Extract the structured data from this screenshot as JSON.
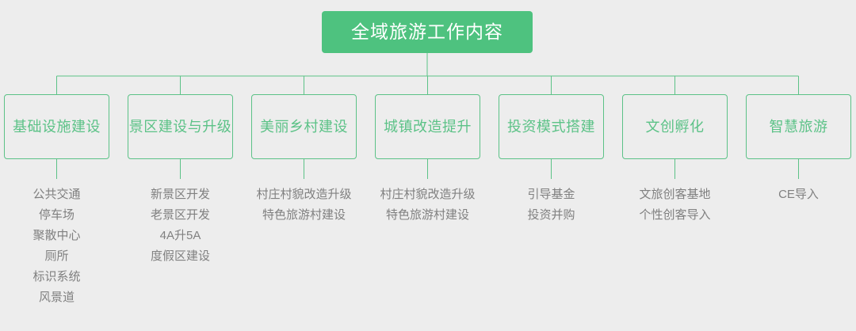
{
  "diagram": {
    "title": "全域旅游工作内容",
    "type": "organization-tree",
    "colors": {
      "background": "#ededed",
      "root_fill": "#4ec27f",
      "root_text": "#ffffff",
      "branch_border": "#5cc287",
      "branch_text": "#5cc287",
      "connector": "#5cc287",
      "leaf_text": "#808080"
    },
    "branches": [
      {
        "label": "基础设施建设",
        "leaves": [
          "公共交通",
          "停车场",
          "聚散中心",
          "厕所",
          "标识系统",
          "风景道"
        ]
      },
      {
        "label": "景区建设与升级",
        "leaves": [
          "新景区开发",
          "老景区开发",
          "4A升5A",
          "度假区建设"
        ]
      },
      {
        "label": "美丽乡村建设",
        "leaves": [
          "村庄村貌改造升级",
          "特色旅游村建设"
        ]
      },
      {
        "label": "城镇改造提升",
        "leaves": [
          "村庄村貌改造升级",
          "特色旅游村建设"
        ]
      },
      {
        "label": "投资模式搭建",
        "leaves": [
          "引导基金",
          "投资并购"
        ]
      },
      {
        "label": "文创孵化",
        "leaves": [
          "文旅创客基地",
          "个性创客导入"
        ]
      },
      {
        "label": "智慧旅游",
        "leaves": [
          "CE导入"
        ]
      }
    ]
  }
}
